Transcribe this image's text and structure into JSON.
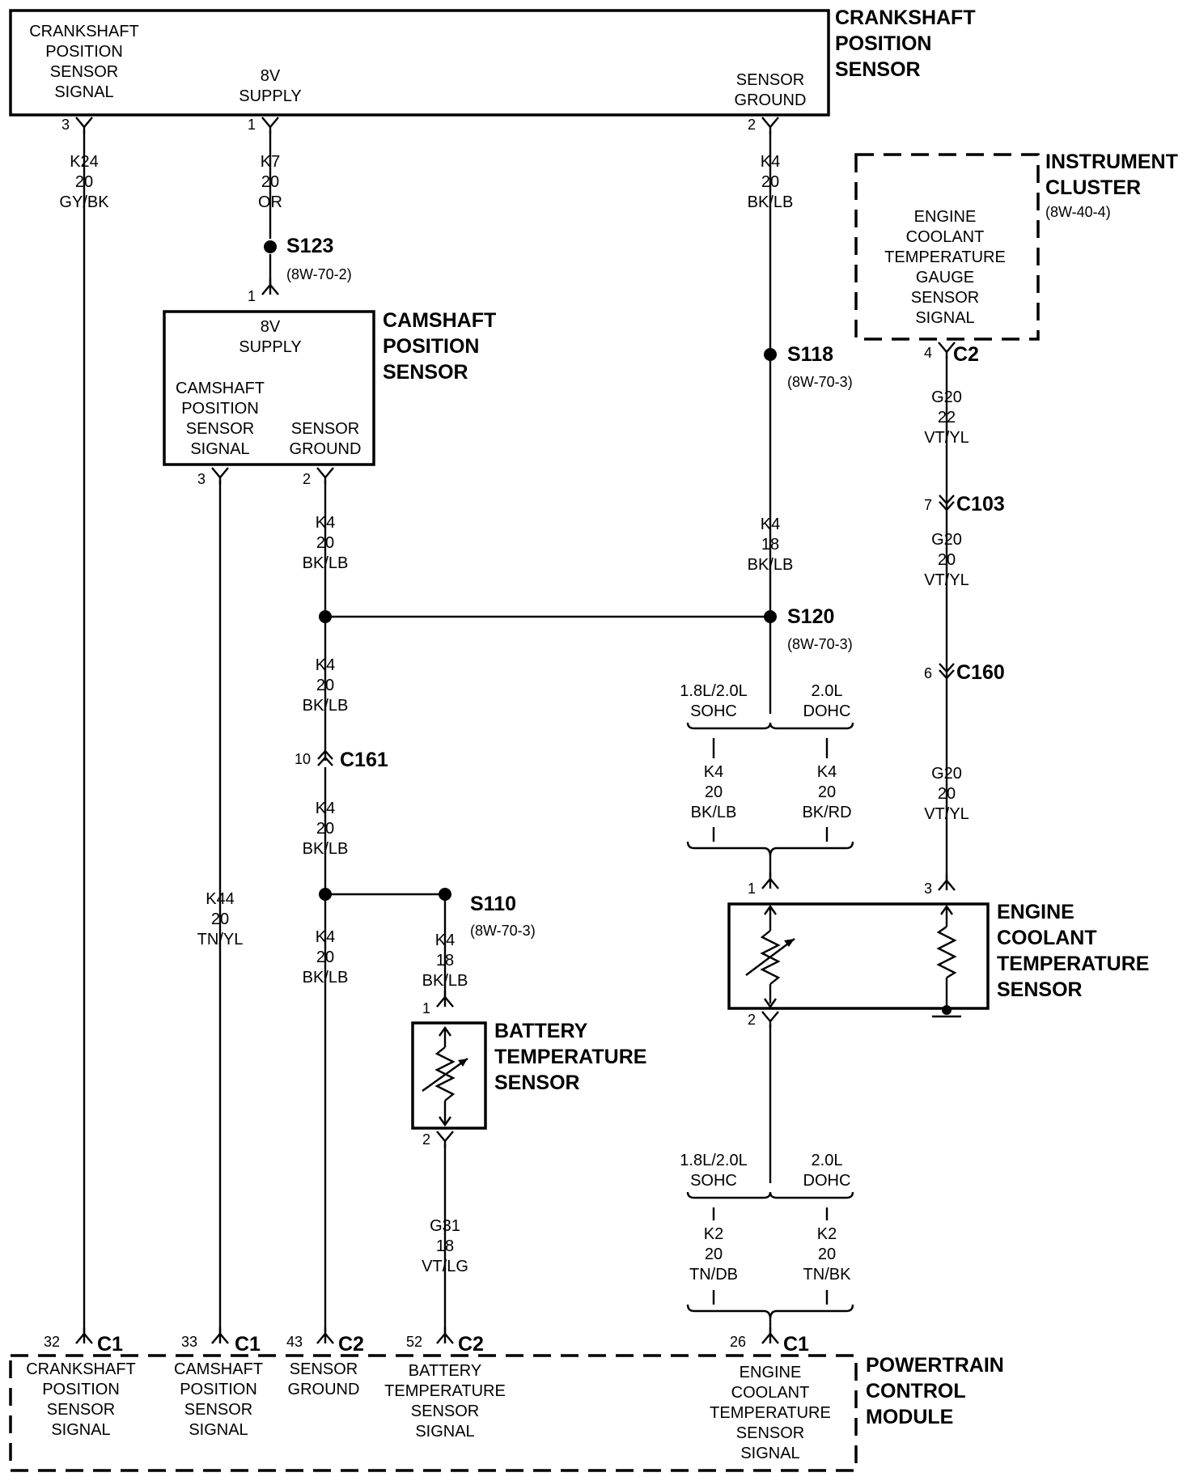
{
  "components": {
    "ckp": {
      "title": [
        "CRANKSHAFT",
        "POSITION",
        "SENSOR"
      ],
      "pins": [
        [
          "CRANKSHAFT",
          "POSITION",
          "SENSOR",
          "SIGNAL"
        ],
        [
          "8V",
          "SUPPLY"
        ],
        [
          "SENSOR",
          "GROUND"
        ]
      ]
    },
    "cmp": {
      "title": [
        "CAMSHAFT",
        "POSITION",
        "SENSOR"
      ],
      "pins": [
        [
          "8V",
          "SUPPLY"
        ],
        [
          "CAMSHAFT",
          "POSITION",
          "SENSOR",
          "SIGNAL"
        ],
        [
          "SENSOR",
          "GROUND"
        ]
      ]
    },
    "cluster": {
      "title": [
        "INSTRUMENT",
        "CLUSTER"
      ],
      "ref": "(8W-40-4)",
      "pins": [
        [
          "ENGINE",
          "COOLANT",
          "TEMPERATURE",
          "GAUGE",
          "SENSOR",
          "SIGNAL"
        ]
      ]
    },
    "bts": {
      "title": [
        "BATTERY",
        "TEMPERATURE",
        "SENSOR"
      ]
    },
    "ect": {
      "title": [
        "ENGINE",
        "COOLANT",
        "TEMPERATURE",
        "SENSOR"
      ]
    },
    "pcm": {
      "title": [
        "POWERTRAIN",
        "CONTROL",
        "MODULE"
      ],
      "pins": [
        [
          "CRANKSHAFT",
          "POSITION",
          "SENSOR",
          "SIGNAL"
        ],
        [
          "CAMSHAFT",
          "POSITION",
          "SENSOR",
          "SIGNAL"
        ],
        [
          "SENSOR",
          "GROUND"
        ],
        [
          "BATTERY",
          "TEMPERATURE",
          "SENSOR",
          "SIGNAL"
        ],
        [
          "ENGINE",
          "COOLANT",
          "TEMPERATURE",
          "SENSOR",
          "SIGNAL"
        ]
      ]
    }
  },
  "wires": [
    [
      "K24",
      "20",
      "GY/BK"
    ],
    [
      "K7",
      "20",
      "OR"
    ],
    [
      "K4",
      "20",
      "BK/LB"
    ],
    [
      "K4",
      "20",
      "BK/LB"
    ],
    [
      "K4",
      "20",
      "BK/LB"
    ],
    [
      "K4",
      "20",
      "BK/LB"
    ],
    [
      "K44",
      "20",
      "TN/YL"
    ],
    [
      "K4",
      "18",
      "BK/LB"
    ],
    [
      "G31",
      "18",
      "VT/LG"
    ],
    [
      "K4",
      "20",
      "BK/LB"
    ],
    [
      "K4",
      "18",
      "BK/LB"
    ],
    [
      "K4",
      "20",
      "BK/LB"
    ],
    [
      "K4",
      "20",
      "BK/RD"
    ],
    [
      "K2",
      "20",
      "TN/DB"
    ],
    [
      "K2",
      "20",
      "TN/BK"
    ],
    [
      "G20",
      "22",
      "VT/YL"
    ],
    [
      "G20",
      "20",
      "VT/YL"
    ],
    [
      "G20",
      "20",
      "VT/YL"
    ]
  ],
  "splices": [
    {
      "name": "S123",
      "ref": "(8W-70-2)"
    },
    {
      "name": "S118",
      "ref": "(8W-70-3)"
    },
    {
      "name": "S120",
      "ref": "(8W-70-3)"
    },
    {
      "name": "S110",
      "ref": "(8W-70-3)"
    }
  ],
  "connectors": [
    "C2",
    "C103",
    "C160",
    "C161",
    "C1",
    "C1",
    "C2",
    "C2",
    "C1"
  ],
  "pins": [
    "3",
    "1",
    "2",
    "1",
    "3",
    "2",
    "4",
    "7",
    "6",
    "10",
    "1",
    "2",
    "1",
    "3",
    "2",
    "32",
    "33",
    "43",
    "52",
    "26"
  ],
  "options": [
    {
      "left": [
        "1.8L/2.0L",
        "SOHC"
      ],
      "right": [
        "2.0L",
        "DOHC"
      ]
    },
    {
      "left": [
        "1.8L/2.0L",
        "SOHC"
      ],
      "right": [
        "2.0L",
        "DOHC"
      ]
    }
  ]
}
